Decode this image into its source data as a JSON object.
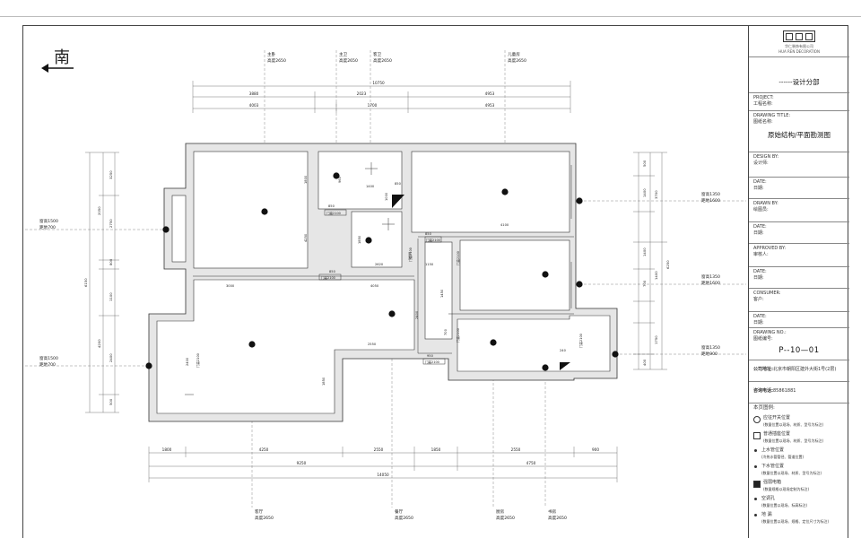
{
  "compass": {
    "direction": "南"
  },
  "top_rooms": [
    {
      "name": "主卧",
      "height": "高度2650"
    },
    {
      "name": "主卫",
      "height": "高度2650"
    },
    {
      "name": "客卫",
      "height": "高度2650"
    },
    {
      "name": "儿童房",
      "height": "高度2650"
    }
  ],
  "bottom_rooms": [
    {
      "name": "客厅",
      "height": "高度2650"
    },
    {
      "name": "餐厅",
      "height": "高度2650"
    },
    {
      "name": "厨房",
      "height": "高度2650"
    },
    {
      "name": "书房",
      "height": "高度2650"
    }
  ],
  "top_dims": {
    "total": "10750",
    "row1": [
      "3880",
      "2023",
      "4953"
    ],
    "row2": [
      "4003",
      "1700",
      "4953"
    ]
  },
  "bottom_dims": {
    "total": "14050",
    "row1": [
      "1800",
      "4250",
      "2550",
      "1850",
      "2550",
      "900"
    ],
    "row2": [
      "9250",
      "4750"
    ]
  },
  "left_dims": [
    "3250",
    "2050",
    "2750",
    "800",
    "6150",
    "1100",
    "4200",
    "2400",
    "500"
  ],
  "right_dims": [
    "500",
    "1400",
    "3700",
    "6250",
    "1400",
    "700",
    "1400",
    "1750",
    "400"
  ],
  "windows": [
    {
      "a": "窗高1500",
      "b": "距地700"
    },
    {
      "a": "窗高1500",
      "b": "距地700"
    },
    {
      "a": "窗高1350",
      "b": "距地1600"
    },
    {
      "a": "窗高1350",
      "b": "距地1600"
    },
    {
      "a": "窗高1350",
      "b": "距地900"
    }
  ],
  "door_tags": [
    "门高2100",
    "门高2100",
    "门高2100",
    "门高2100",
    "门高2100",
    "门高2100",
    "门高2100",
    "门高2100",
    "门高2100"
  ],
  "inner_dims": [
    "1800",
    "850",
    "1400",
    "1850",
    "850",
    "2620",
    "4050",
    "3000",
    "850",
    "4250",
    "2550",
    "950",
    "2400",
    "1850",
    "1450",
    "1150",
    "4100",
    "850",
    "2400",
    "700",
    "240",
    "1000",
    "960",
    "1600"
  ],
  "title_block": {
    "company_line1": "华仁装饰有限公司",
    "company_line2": "HUA REN DECORATION",
    "dept": "------设计分部",
    "project_label": "PROJECT:",
    "project_cn": "工程名称:",
    "drawing_title_label": "DRAWING TITLE:",
    "drawing_title_cn": "图纸名称:",
    "drawing_title_value": "原始结构/平面勘测图",
    "design_label": "DESIGN BY:",
    "design_cn": "设计师:",
    "date1_label": "DATE:",
    "date1_cn": "日期:",
    "drawn_label": "DRAWN BY:",
    "drawn_cn": "绘图员:",
    "date2_label": "DATE:",
    "date2_cn": "日期:",
    "approved_label": "APPROVED BY:",
    "approved_cn": "审核人:",
    "date3_label": "DATE:",
    "date3_cn": "日期:",
    "consumer_label": "CONSUMER:",
    "consumer_cn": "客户:",
    "date4_label": "DATE:",
    "date4_cn": "日期:",
    "drawing_no_label": "DRAWING NO.:",
    "drawing_no_cn": "图纸编号:",
    "drawing_no_value": "P--10—01",
    "address_label": "公司地址:",
    "address_value": "北京市朝阳区建外大街1号(2层)",
    "phone_label": "咨询电话:",
    "phone_value": "85861881",
    "legend_title": "本页图例:",
    "legend": [
      {
        "t1": "应征开关位置",
        "t2": "(数量位置以现场、材质、型号为标注)"
      },
      {
        "t1": "普通插座位置",
        "t2": "(数量位置以现场、材质、型号为标注)"
      },
      {
        "t1": "上水管位置",
        "t2": "(冷热水管管径、管道位置)"
      },
      {
        "t1": "下水管位置",
        "t2": "(数量位置以现场、材质、型号为标注)"
      },
      {
        "t1": "强弱电箱",
        "t2": "(数量规格以现场定制为标注)"
      },
      {
        "t1": "空调孔",
        "t2": "(数量位置以现场、标高标注)"
      },
      {
        "t1": "地 漏",
        "t2": "(数量位置以现场、规格、定位尺寸为标注)"
      }
    ]
  }
}
